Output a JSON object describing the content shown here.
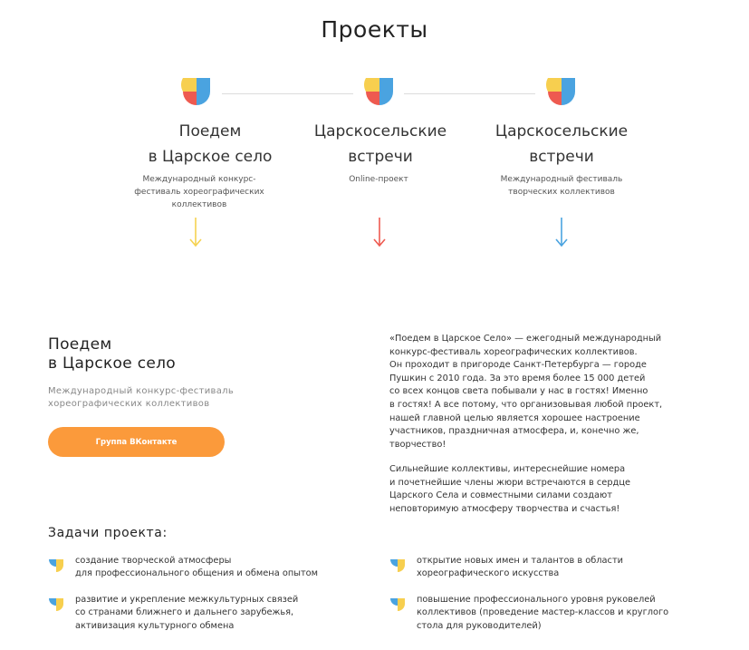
{
  "header": {
    "title": "Проекты"
  },
  "projects": [
    {
      "name_line1": "Поедем",
      "name_line2": "в Царское село",
      "desc": "Международный конкурс-\nфестиваль хореографических\nколлективов",
      "arrow_color": "#f5d251"
    },
    {
      "name_line1": "Царскосельские",
      "name_line2": "встречи",
      "desc": "Online-проект",
      "arrow_color": "#ee5a50"
    },
    {
      "name_line1": "Царскосельские",
      "name_line2": "встречи",
      "desc": "Международный фестиваль\nтворческих коллективов",
      "arrow_color": "#4aa3e0"
    }
  ],
  "logo_colors": {
    "yellow": "#f7cf4f",
    "red": "#ee5a50",
    "blue": "#4aa3e0"
  },
  "section": {
    "title_line1": "Поедем",
    "title_line2": "в Царское село",
    "subtitle_line1": "Международный конкурс-фестиваль",
    "subtitle_line2": "хореографических коллективов",
    "vk_button": "Группа ВКонтакте",
    "vk_button_color": "#fb9a3b",
    "paragraph1": "«Поедем в Царское Село» — ежегодный международный\nконкурс-фестиваль хореографических коллективов.\nОн проходит в пригороде Санкт-Петербурга — городе\nПушкин с 2010 года. За это время более 15 000 детей\nсо всех концов света побывали у нас в гостях! Именно\nв гостях! А все потому, что организовывая любой проект,\nнашей главной целью является хорошее настроение\nучастников, праздничная атмосфера, и, конечно же,\nтворчество!",
    "paragraph2": "Сильнейшие коллективы, интереснейшие номера\nи почетнейшие члены жюри встречаются в сердце\nЦарского Села и совместными силами создают\nнеповторимую атмосферу творчества и счастья!"
  },
  "tasks": {
    "title": "Задачи проекта:",
    "items": [
      "создание творческой атмосферы\nдля профессионального общения и обмена опытом",
      "открытие новых имен и талантов в области\nхореографического искусства",
      "развитие и укрепление межкультурных связей\nсо странами ближнего и дальнего зарубежья,\nактивизация культурного обмена",
      "повышение профессионального уровня руковелей\nколлективов (проведение мастер-классов и круглого\nстола для руководителей)"
    ]
  }
}
